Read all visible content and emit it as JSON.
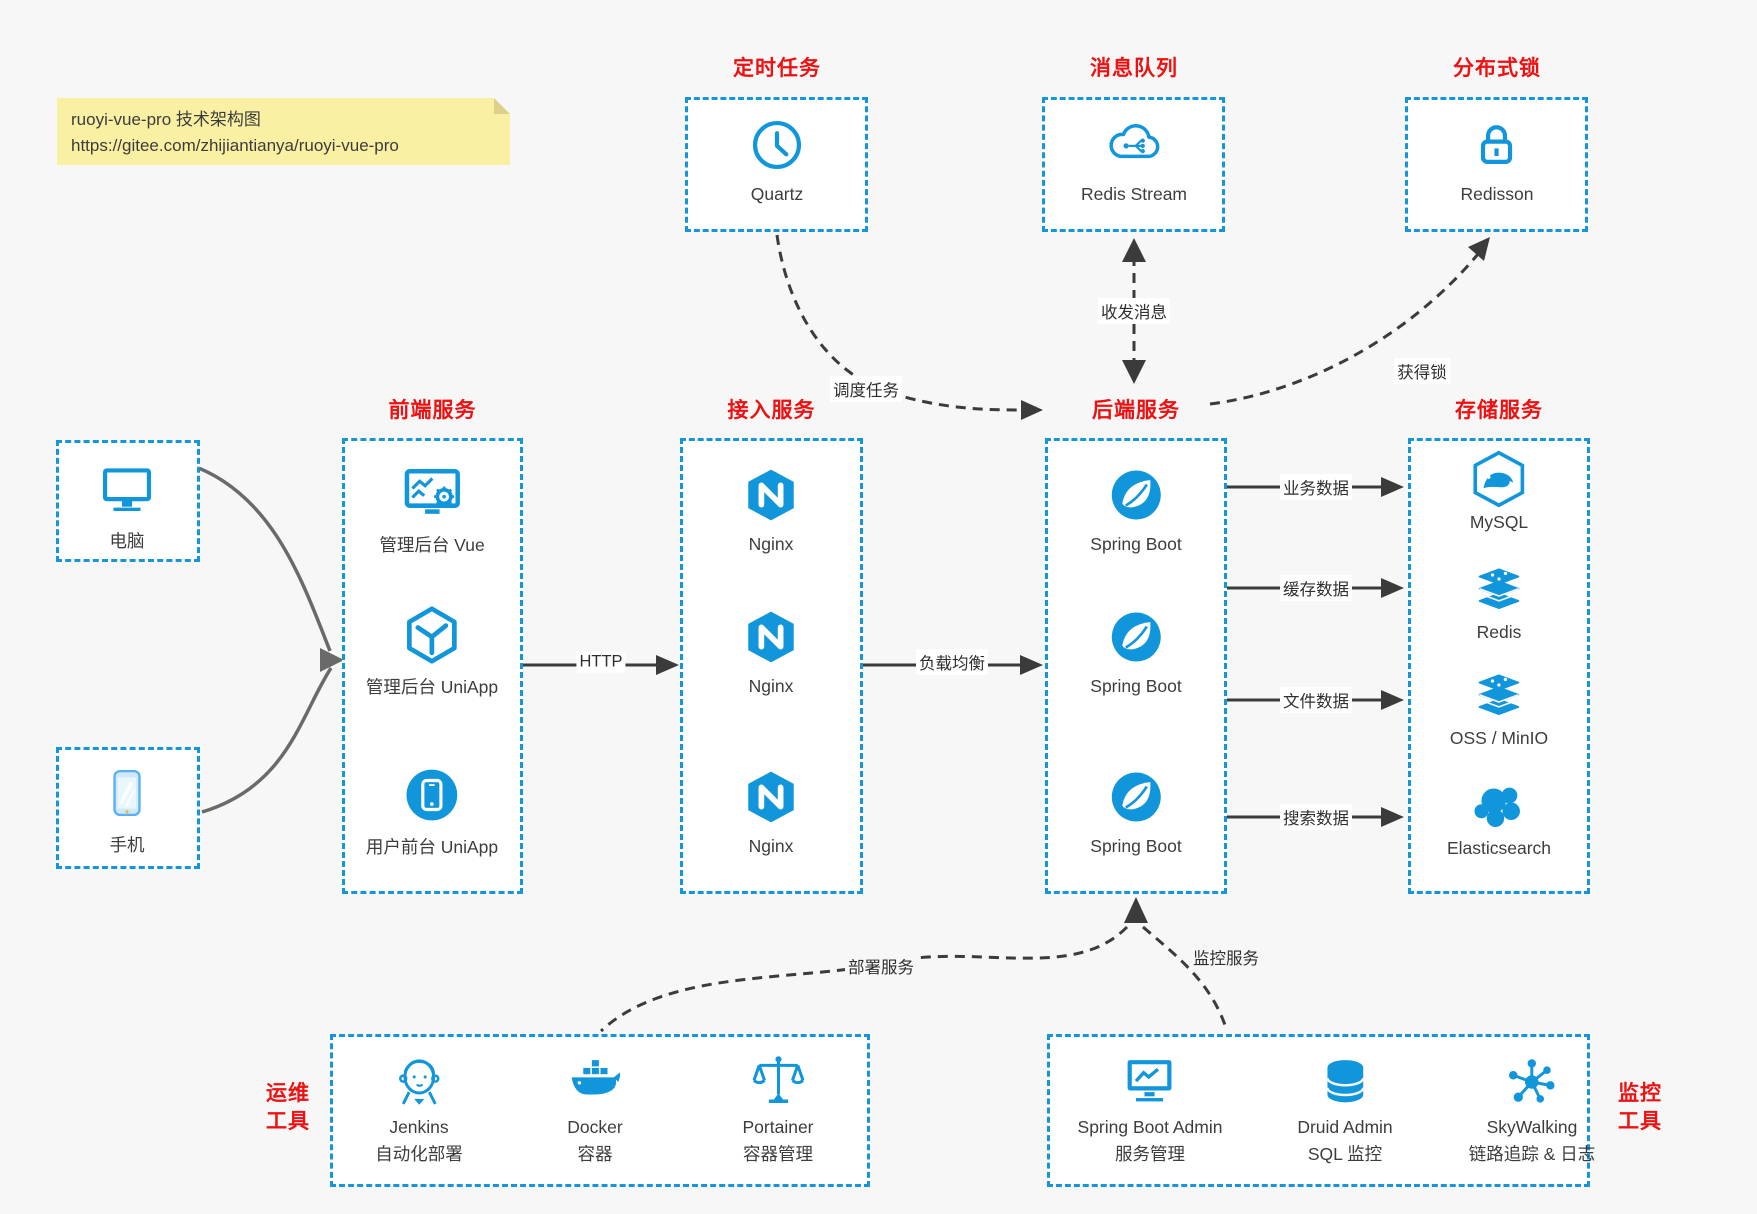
{
  "note": {
    "line1": "ruoyi-vue-pro 技术架构图",
    "line2": "https://gitee.com/zhijiantianya/ruoyi-vue-pro"
  },
  "scheduler": {
    "title": "定时任务",
    "item": "Quartz"
  },
  "mq": {
    "title": "消息队列",
    "item": "Redis Stream"
  },
  "lock": {
    "title": "分布式锁",
    "item": "Redisson"
  },
  "clients": {
    "pc": "电脑",
    "mobile": "手机"
  },
  "frontend": {
    "title": "前端服务",
    "items": [
      {
        "label": "管理后台 Vue"
      },
      {
        "label": "管理后台 UniApp"
      },
      {
        "label": "用户前台 UniApp"
      }
    ]
  },
  "gateway": {
    "title": "接入服务",
    "items": [
      {
        "label": "Nginx"
      },
      {
        "label": "Nginx"
      },
      {
        "label": "Nginx"
      }
    ]
  },
  "backend": {
    "title": "后端服务",
    "items": [
      {
        "label": "Spring Boot"
      },
      {
        "label": "Spring Boot"
      },
      {
        "label": "Spring Boot"
      }
    ]
  },
  "storage": {
    "title": "存储服务",
    "items": [
      {
        "label": "MySQL"
      },
      {
        "label": "Redis"
      },
      {
        "label": "OSS / MinIO"
      },
      {
        "label": "Elasticsearch"
      }
    ]
  },
  "edges": {
    "http": "HTTP",
    "load_balance": "负载均衡",
    "schedule": "调度任务",
    "messaging": "收发消息",
    "get_lock": "获得锁",
    "business": "业务数据",
    "cache": "缓存数据",
    "file": "文件数据",
    "search": "搜索数据",
    "deploy": "部署服务",
    "monitor": "监控服务"
  },
  "ops": {
    "line1": "运维",
    "line2": "工具",
    "items": [
      {
        "name": "Jenkins",
        "desc": "自动化部署"
      },
      {
        "name": "Docker",
        "desc": "容器"
      },
      {
        "name": "Portainer",
        "desc": "容器管理"
      }
    ]
  },
  "monitoring": {
    "line1": "监控",
    "line2": "工具",
    "items": [
      {
        "name": "Spring Boot Admin",
        "desc": "服务管理"
      },
      {
        "name": "Druid Admin",
        "desc": "SQL 监控"
      },
      {
        "name": "SkyWalking",
        "desc": "链路追踪 & 日志"
      }
    ]
  },
  "colors": {
    "accent_blue": "#1595dc",
    "icon_blue": "#1296db",
    "title_red": "#ee1111",
    "note_yellow": "#faf0a3",
    "line_dark": "#3b3b3b",
    "line_gray": "#6a6a6a"
  }
}
